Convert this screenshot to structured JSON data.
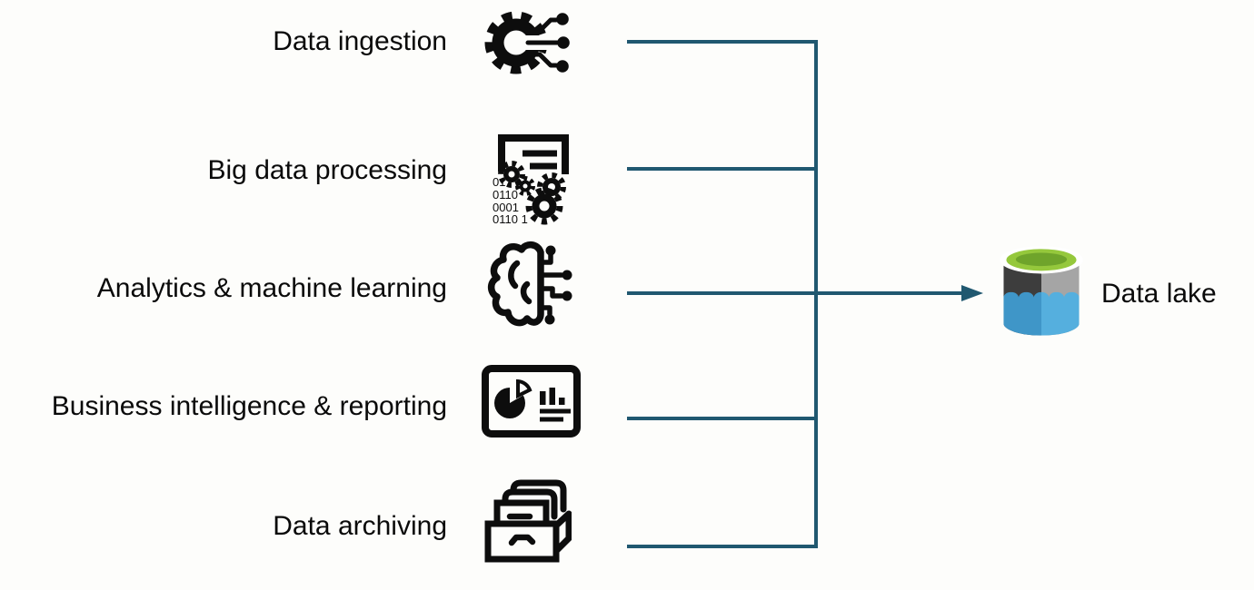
{
  "colors": {
    "background": "#fdfdfb",
    "connector": "#205870",
    "label_text": "#0a0a0a",
    "icon_black": "#0d0d0d",
    "lake_green": "#95c83c",
    "lake_green_dark": "#6fa42b",
    "lake_body_dark": "#3d3d3d",
    "lake_body_gray": "#a5a5a5",
    "lake_water_left": "#3f96c8",
    "lake_water_right": "#55afde"
  },
  "rows": [
    {
      "label": "Data ingestion",
      "icon": "gear-circuit-icon"
    },
    {
      "label": "Big data processing",
      "icon": "document-gears-binary-icon"
    },
    {
      "label": "Analytics & machine learning",
      "icon": "brain-circuit-icon"
    },
    {
      "label": "Business intelligence & reporting",
      "icon": "dashboard-charts-icon"
    },
    {
      "label": "Data archiving",
      "icon": "archive-drawers-icon"
    }
  ],
  "target": {
    "label": "Data lake",
    "icon": "data-lake-cylinder-icon"
  },
  "icons": {
    "big_data_processing": {
      "binary_lines": [
        "01",
        "0110",
        "0001",
        "0110 1"
      ]
    }
  }
}
